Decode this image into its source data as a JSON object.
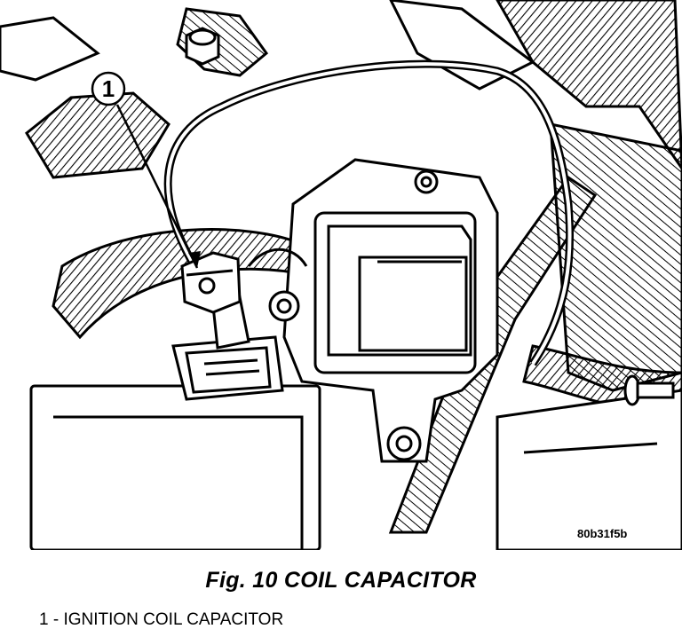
{
  "figure": {
    "callout": "1",
    "code": "80b31f5b",
    "caption": "Fig. 10 COIL CAPACITOR",
    "legend": [
      {
        "text": "1 - IGNITION COIL CAPACITOR"
      }
    ]
  }
}
